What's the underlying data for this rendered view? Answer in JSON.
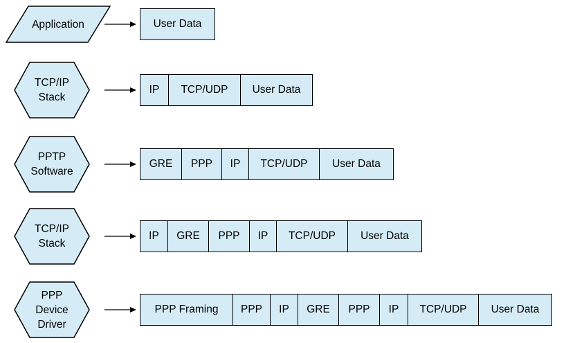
{
  "colors": {
    "background": "#ffffff",
    "shape_fill": "#d5ecf7",
    "shape_stroke": "#000000",
    "text": "#000000"
  },
  "icons": {
    "flow_arrow": "right-arrow"
  },
  "diagram": {
    "rows": [
      {
        "shape": {
          "type": "parallelogram",
          "label_lines": [
            "Application"
          ]
        },
        "segments": [
          {
            "label": "User Data",
            "w": 109
          }
        ]
      },
      {
        "shape": {
          "type": "hexagon",
          "label_lines": [
            "TCP/IP",
            "Stack"
          ]
        },
        "segments": [
          {
            "label": "IP",
            "w": 42
          },
          {
            "label": "TCP/UDP",
            "w": 105
          },
          {
            "label": "User Data",
            "w": 105
          }
        ]
      },
      {
        "shape": {
          "type": "hexagon",
          "label_lines": [
            "PPTP",
            "Software"
          ]
        },
        "segments": [
          {
            "label": "GRE",
            "w": 61
          },
          {
            "label": "PPP",
            "w": 59
          },
          {
            "label": "IP",
            "w": 40
          },
          {
            "label": "TCP/UDP",
            "w": 103
          },
          {
            "label": "User Data",
            "w": 108
          }
        ]
      },
      {
        "shape": {
          "type": "hexagon",
          "label_lines": [
            "TCP/IP",
            "Stack"
          ]
        },
        "segments": [
          {
            "label": "IP",
            "w": 41
          },
          {
            "label": "GRE",
            "w": 60
          },
          {
            "label": "PPP",
            "w": 60
          },
          {
            "label": "IP",
            "w": 40
          },
          {
            "label": "TCP/UDP",
            "w": 104
          },
          {
            "label": "User Data",
            "w": 108
          }
        ]
      },
      {
        "shape": {
          "type": "hexagon",
          "label_lines": [
            "PPP",
            "Device",
            "Driver"
          ]
        },
        "segments": [
          {
            "label": "PPP Framing",
            "w": 135
          },
          {
            "label": "PPP",
            "w": 55
          },
          {
            "label": "IP",
            "w": 41
          },
          {
            "label": "GRE",
            "w": 60
          },
          {
            "label": "PPP",
            "w": 60
          },
          {
            "label": "IP",
            "w": 42
          },
          {
            "label": "TCP/UDP",
            "w": 103
          },
          {
            "label": "User Data",
            "w": 107
          }
        ]
      }
    ]
  }
}
